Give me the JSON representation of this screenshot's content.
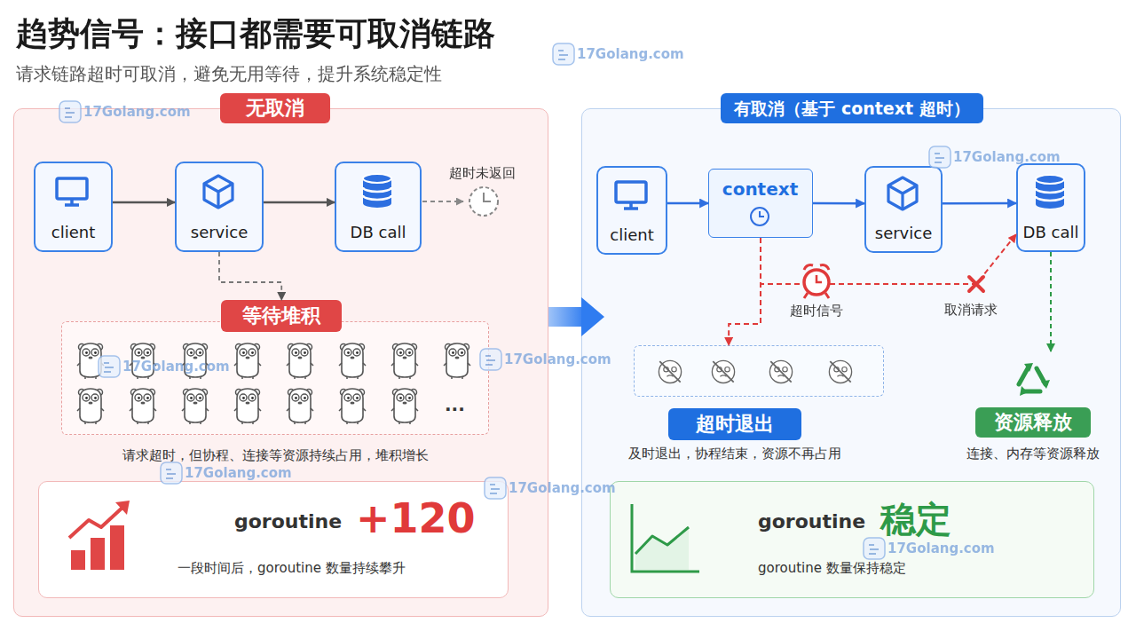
{
  "diagram": {
    "title": "趋势信号：接口都需要可取消链路",
    "caption": "请求链路超时可取消，避免无用等待，提升系统稳定性",
    "nodes": [
      {
        "text": [
          "无取消"
        ]
      },
      {
        "text": [
          "client"
        ],
        "in": 0
      },
      {
        "text": [
          "service"
        ],
        "in": 0
      },
      {
        "text": [
          "DB call"
        ],
        "in": 0
      },
      {
        "text": [
          "等待堆积",
          "...",
          "请求超时，但协程、连接等资源持续占用，堆积增长"
        ],
        "in": 0
      },
      {
        "text": [
          "goroutine",
          "+120",
          "一段时间后，goroutine 数量持续攀升"
        ],
        "in": 0
      },
      {
        "text": [
          "有取消（基于 context 超时）"
        ]
      },
      {
        "text": [
          "client"
        ],
        "in": 6
      },
      {
        "text": [
          "context"
        ],
        "in": 6
      },
      {
        "text": [
          "service"
        ],
        "in": 6
      },
      {
        "text": [
          "DB call"
        ],
        "in": 6
      },
      {
        "text": [
          "超时退出",
          "及时退出，协程结束，资源不再占用"
        ],
        "in": 6
      },
      {
        "text": [
          "资源释放",
          "连接、内存等资源释放"
        ],
        "in": 6
      },
      {
        "text": [
          "goroutine",
          "稳定",
          "goroutine 数量保持稳定"
        ],
        "in": 6
      }
    ],
    "edges": [
      {
        "from": 1,
        "to": 2,
        "arrow": "to"
      },
      {
        "from": 2,
        "to": 3,
        "arrow": "to"
      },
      {
        "from": 2,
        "to": 4,
        "arrow": "to"
      },
      {
        "from": 0,
        "to": 6,
        "arrow": "to"
      },
      {
        "from": 7,
        "to": 8,
        "arrow": "to"
      },
      {
        "from": 8,
        "to": 9,
        "arrow": "to"
      },
      {
        "from": 9,
        "to": 10,
        "arrow": "to"
      },
      {
        "from": 8,
        "to": 10,
        "label": "取消请求",
        "arrow": "to"
      },
      {
        "from": 8,
        "to": 11,
        "arrow": "to"
      },
      {
        "from": 10,
        "to": 12,
        "arrow": "to"
      }
    ],
    "labels": [
      "超时未返回",
      "超时信号",
      "17Golang.com",
      "17Golang.com",
      "17Golang.com",
      "17Golang.com",
      "17Golang.com",
      "17Golang.com",
      "17Golang.com",
      "17Golang.com"
    ]
  }
}
